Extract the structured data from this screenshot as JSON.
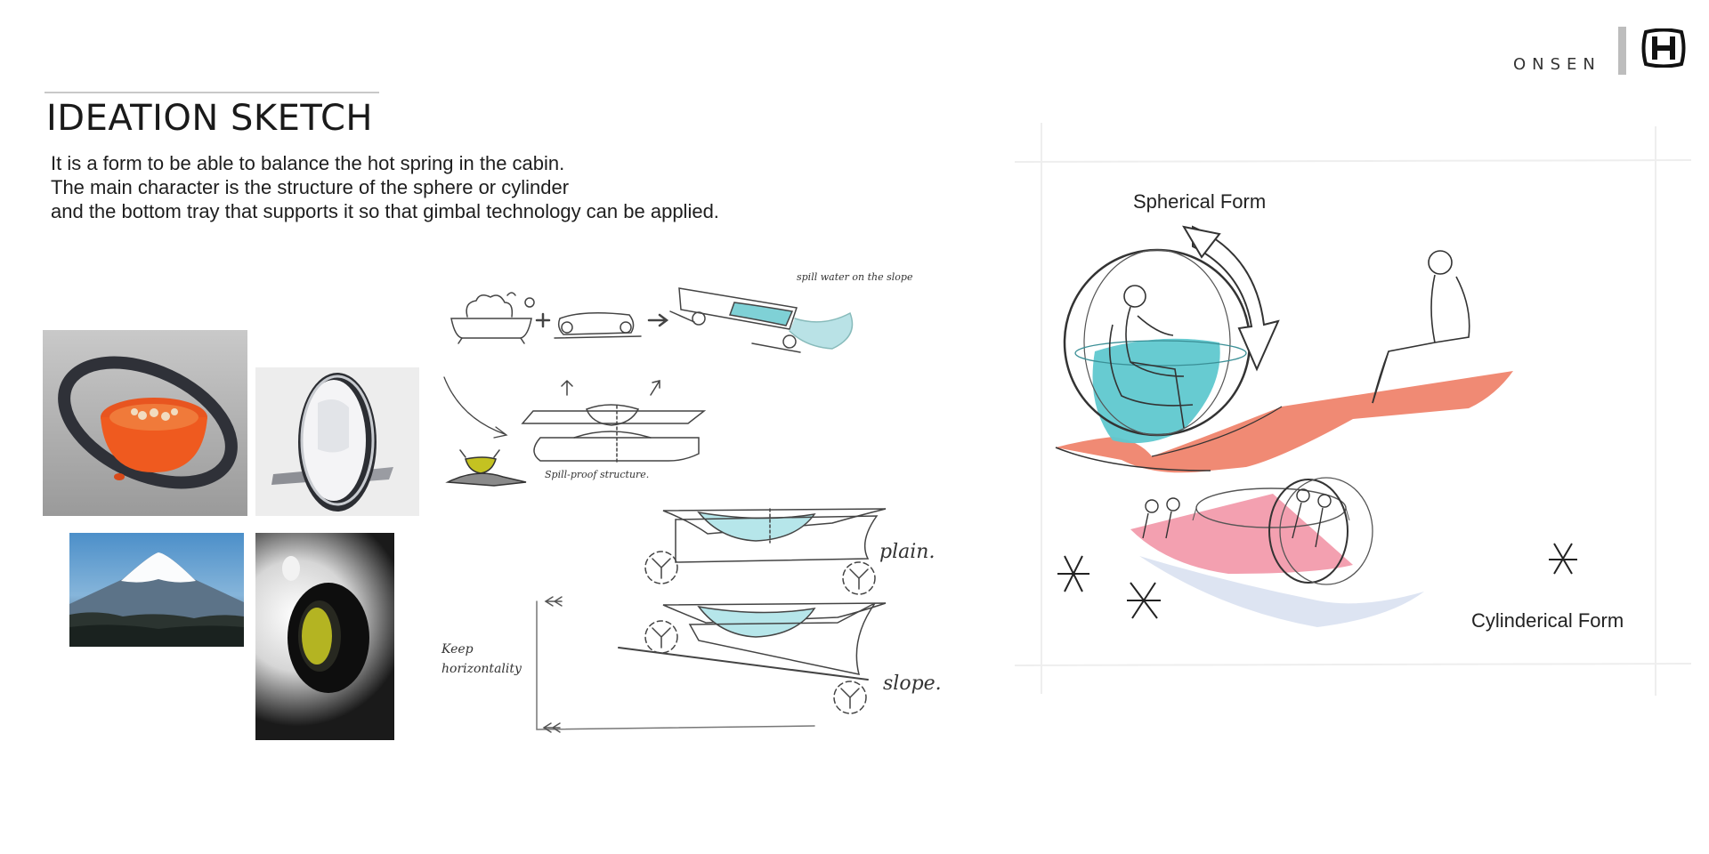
{
  "brand": {
    "name": "ONSEN",
    "logo_icon": "honda-h-logo-icon"
  },
  "header": {
    "title": "IDEATION SKETCH"
  },
  "description": {
    "lines": [
      "It is a form to be able to balance the hot spring in the cabin.",
      "The main character is the structure of the sphere or cylinder",
      "and the bottom tray that supports it so that gimbal technology can be applied."
    ]
  },
  "reference_photos": [
    {
      "name": "gyro-bowl-photo"
    },
    {
      "name": "unicycle-photo"
    },
    {
      "name": "mount-fuji-photo"
    },
    {
      "name": "tea-cup-photo"
    }
  ],
  "sketch_notes": {
    "spill_slope": "spill water on the slope",
    "spill_proof": "Spill-proof structure.",
    "plain": "plain.",
    "slope": "slope.",
    "keep_line1": "Keep",
    "keep_line2": "horizontality"
  },
  "concept": {
    "spherical_label": "Spherical Form",
    "cylindrical_label": "Cylinderical Form"
  },
  "colors": {
    "water": "#5fc8cf",
    "tray": "#f08a74",
    "tray_pink": "#f3a0b0"
  }
}
